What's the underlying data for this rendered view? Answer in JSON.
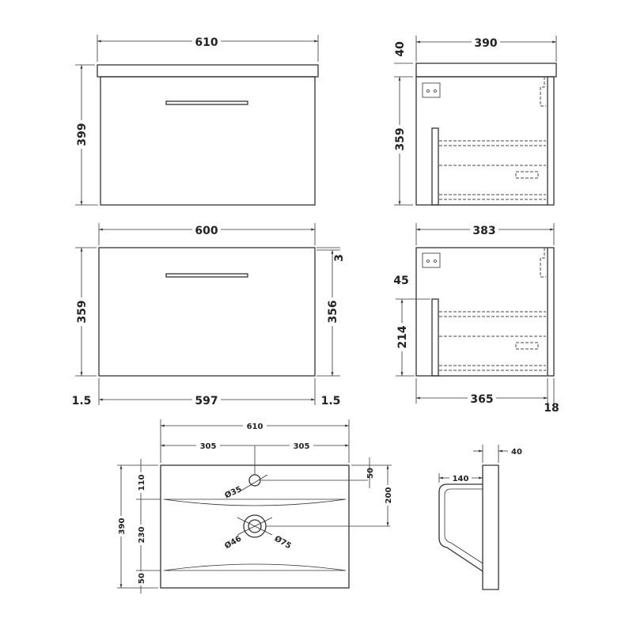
{
  "front_top": {
    "width": "610",
    "height": "399"
  },
  "side_top": {
    "depth": "390",
    "top_thickness": "40",
    "body_height": "359"
  },
  "front_bottom": {
    "width": "600",
    "height_left": "359",
    "height_right": "356",
    "gap": "3",
    "side_left": "1.5",
    "inner": "597",
    "side_right": "1.5"
  },
  "side_bottom": {
    "depth": "383",
    "offset": "45",
    "drawer": "214",
    "inner_depth": "365",
    "back": "18"
  },
  "basin_plan": {
    "width": "610",
    "half_left": "305",
    "half_right": "305",
    "depth": "390",
    "front_a": "110",
    "front_b": "230",
    "front_c": "50",
    "tap_offset": "50",
    "waste_offset": "200",
    "tap_hole": "Ø35",
    "waste_inner": "Ø46",
    "waste_outer": "Ø75"
  },
  "basin_side": {
    "thickness": "40",
    "projection": "140"
  }
}
